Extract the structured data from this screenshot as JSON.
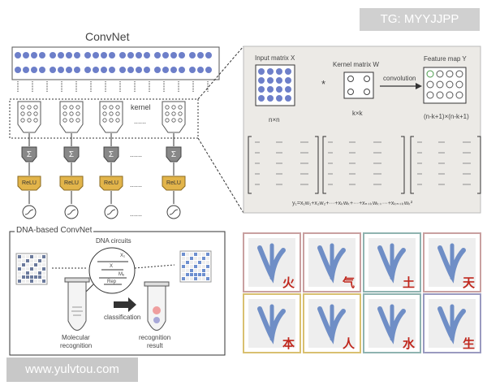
{
  "watermarks": {
    "top_right": "TG: MYYJJPP",
    "bottom_left": "www.yulvtou.com"
  },
  "convnet": {
    "title": "ConvNet",
    "kernel_label": "kernel",
    "ellipsis": "......",
    "sum_symbol": "Σ",
    "relu_label": "ReLU"
  },
  "conv_panel": {
    "input_title": "Input matrix X",
    "kernel_title": "Kernel matrix W",
    "feature_title": "Feature map Y",
    "op_symbol": "*",
    "op_label": "convolution",
    "input_size": "n×n",
    "kernel_size": "k×k",
    "feature_size": "(n-k+1)×(n-k+1)",
    "equation": "y₁=x₁w₁+x₂w₂+···+xₖwₖ+···+xₙ₊ₖwₖ₊···+xₖₙ₊ₖwₖ²"
  },
  "dna_panel": {
    "title": "DNA-based ConvNet",
    "circuits_label": "DNA circuits",
    "arrow_label": "classification",
    "left_caption_1": "Molecular",
    "left_caption_2": "recognition",
    "right_caption_1": "recognition",
    "right_caption_2": "result",
    "circuit_x1": "X₁",
    "circuit_x": "X",
    "circuit_m": "Mₑ",
    "circuit_rep": "Rep"
  },
  "oracle_chars": [
    {
      "char": "火",
      "border": "#c9a0a0"
    },
    {
      "char": "气",
      "border": "#c9a0a0"
    },
    {
      "char": "土",
      "border": "#8fb3b0"
    },
    {
      "char": "天",
      "border": "#c9a0a0"
    },
    {
      "char": "本",
      "border": "#d9c070"
    },
    {
      "char": "人",
      "border": "#d9c070"
    },
    {
      "char": "水",
      "border": "#8fb3b0"
    },
    {
      "char": "生",
      "border": "#9a9ac0"
    }
  ]
}
